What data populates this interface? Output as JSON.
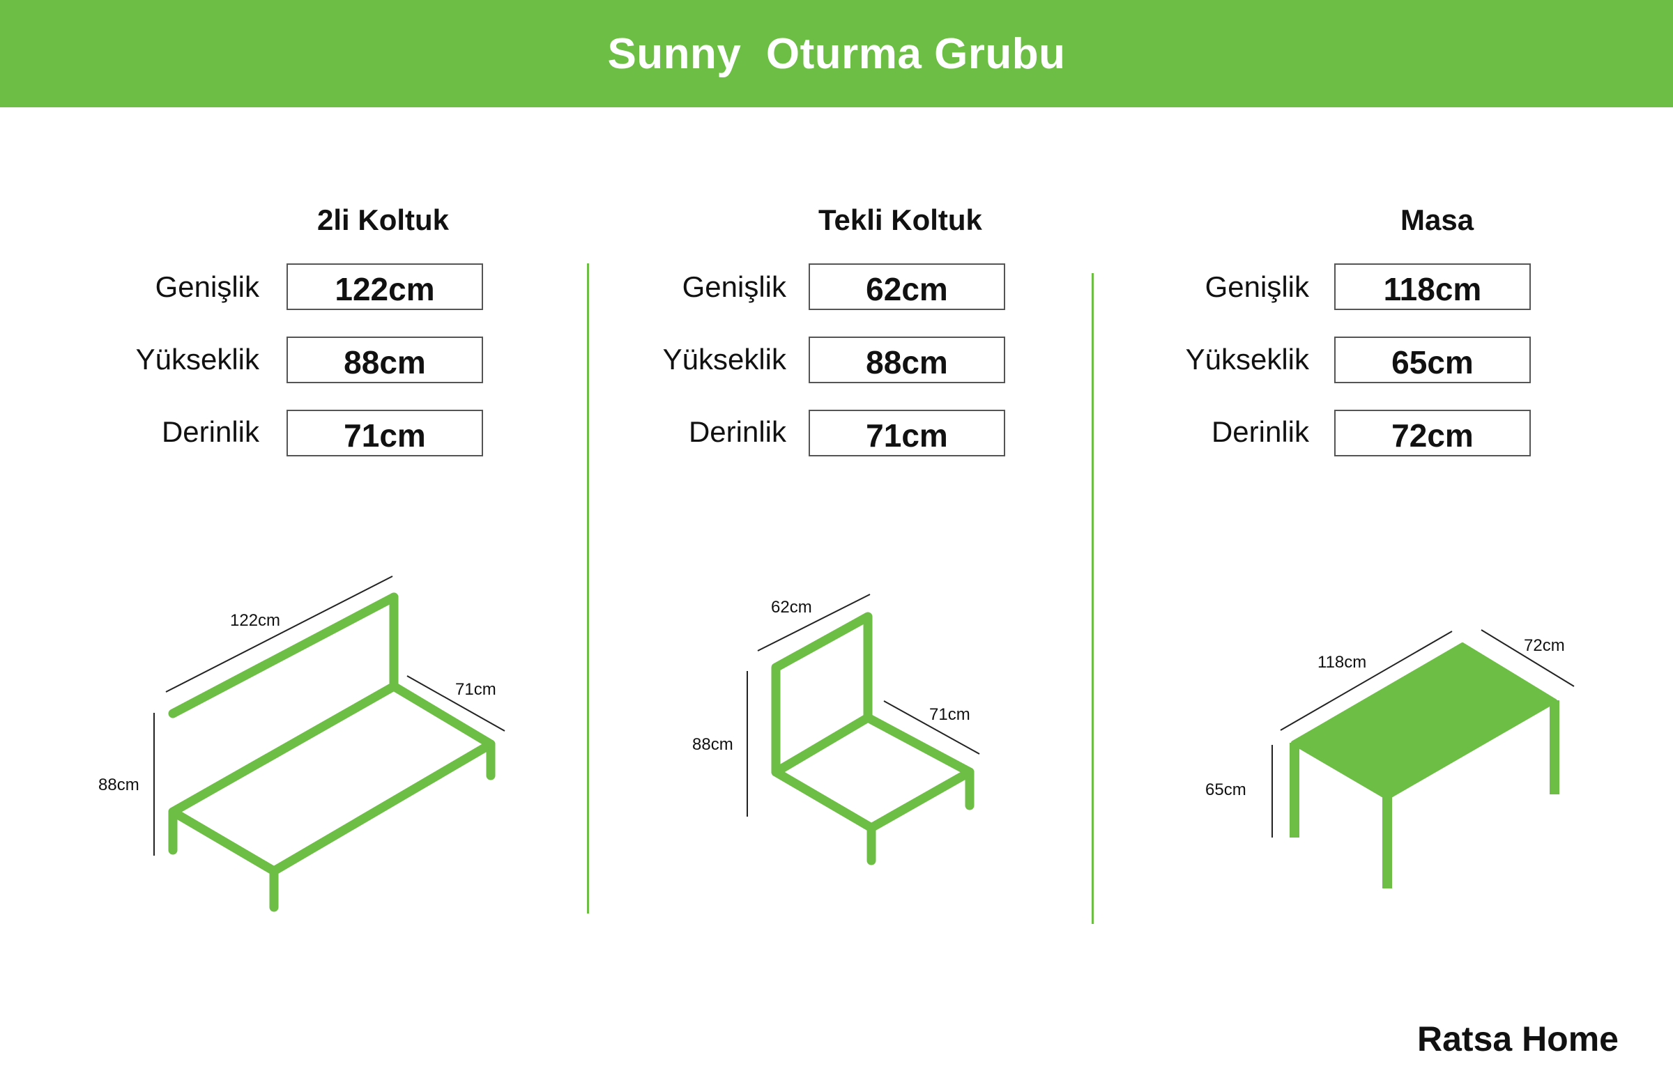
{
  "header": {
    "title": "Sunny  Oturma Grubu"
  },
  "products": [
    {
      "title": "2li Koltuk",
      "specs": [
        {
          "label": "Genişlik",
          "value": "122cm"
        },
        {
          "label": "Yükseklik",
          "value": "88cm"
        },
        {
          "label": "Derinlik",
          "value": "71cm"
        }
      ],
      "drawing_labels": {
        "width": "122cm",
        "depth": "71cm",
        "height": "88cm"
      }
    },
    {
      "title": "Tekli Koltuk",
      "specs": [
        {
          "label": "Genişlik",
          "value": "62cm"
        },
        {
          "label": "Yükseklik",
          "value": "88cm"
        },
        {
          "label": "Derinlik",
          "value": "71cm"
        }
      ],
      "drawing_labels": {
        "width": "62cm",
        "depth": "71cm",
        "height": "88cm"
      }
    },
    {
      "title": "Masa",
      "specs": [
        {
          "label": "Genişlik",
          "value": "118cm"
        },
        {
          "label": "Yükseklik",
          "value": "65cm"
        },
        {
          "label": "Derinlik",
          "value": "72cm"
        }
      ],
      "drawing_labels": {
        "width": "118cm",
        "depth": "72cm",
        "height": "65cm"
      }
    }
  ],
  "brand": "Ratsa Home",
  "colors": {
    "accent": "#6dbe45",
    "text": "#111111",
    "box_border": "#555555"
  }
}
